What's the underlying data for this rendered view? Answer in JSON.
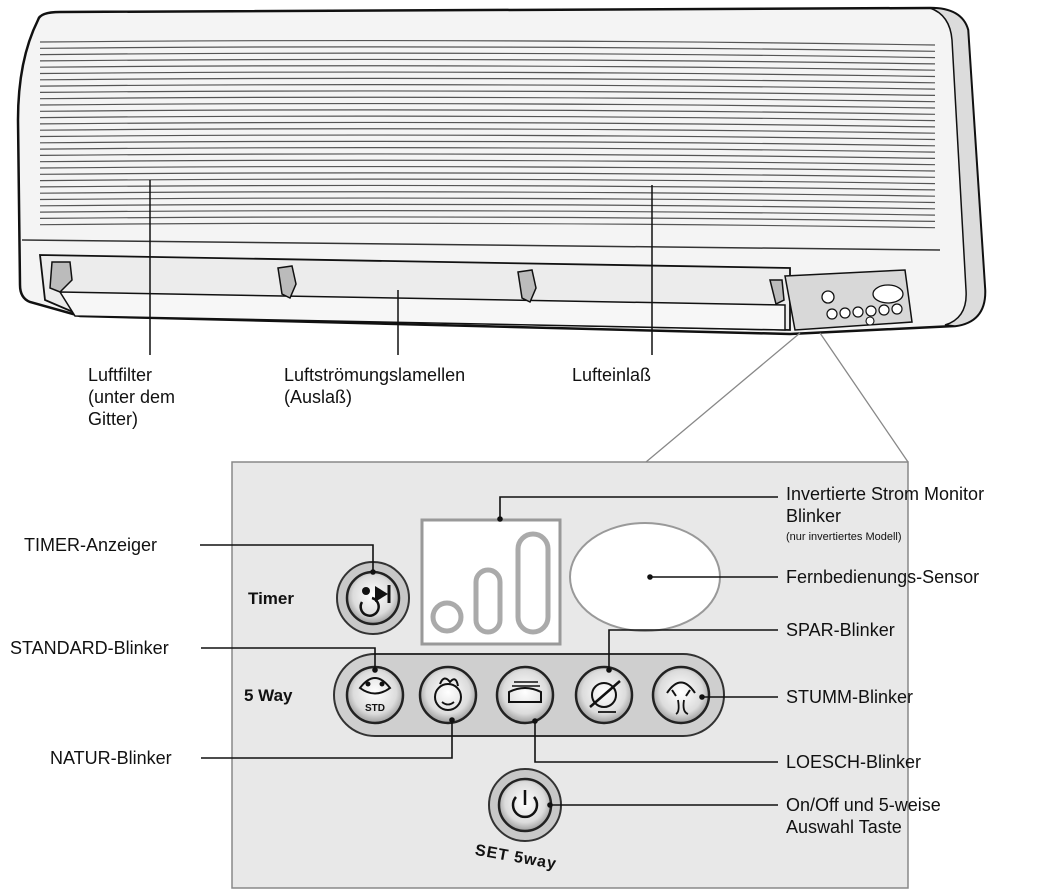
{
  "unit_labels": {
    "air_filter": [
      "Luftfilter",
      "(unter dem",
      "Gitter)"
    ],
    "louvers": [
      "Luftströmungslamellen",
      "(Auslaß)"
    ],
    "air_inlet": "Lufteinlaß"
  },
  "panel": {
    "timer_label": "Timer",
    "fiveway_label": "5 Way",
    "std_text": "STD",
    "set_text": "SET 5way"
  },
  "callouts": {
    "timer_indicator": "TIMER-Anzeiger",
    "standard": "STANDARD-Blinker",
    "natur": "NATUR-Blinker",
    "inverter_line1": "Invertierte Strom Monitor",
    "inverter_line2": "Blinker",
    "inverter_note": "(nur invertiertes Modell)",
    "remote_sensor": "Fernbedienungs-Sensor",
    "spar": "SPAR-Blinker",
    "stumm": "STUMM-Blinker",
    "loesch": "LOESCH-Blinker",
    "onoff_line1": "On/Off und 5-weise",
    "onoff_line2": "Auswahl Taste"
  },
  "colors": {
    "ink": "#111111",
    "unit_fill": "#f4f4f4",
    "panel_fill": "#e6e6e6",
    "button_ring": "#9a9a9a"
  }
}
